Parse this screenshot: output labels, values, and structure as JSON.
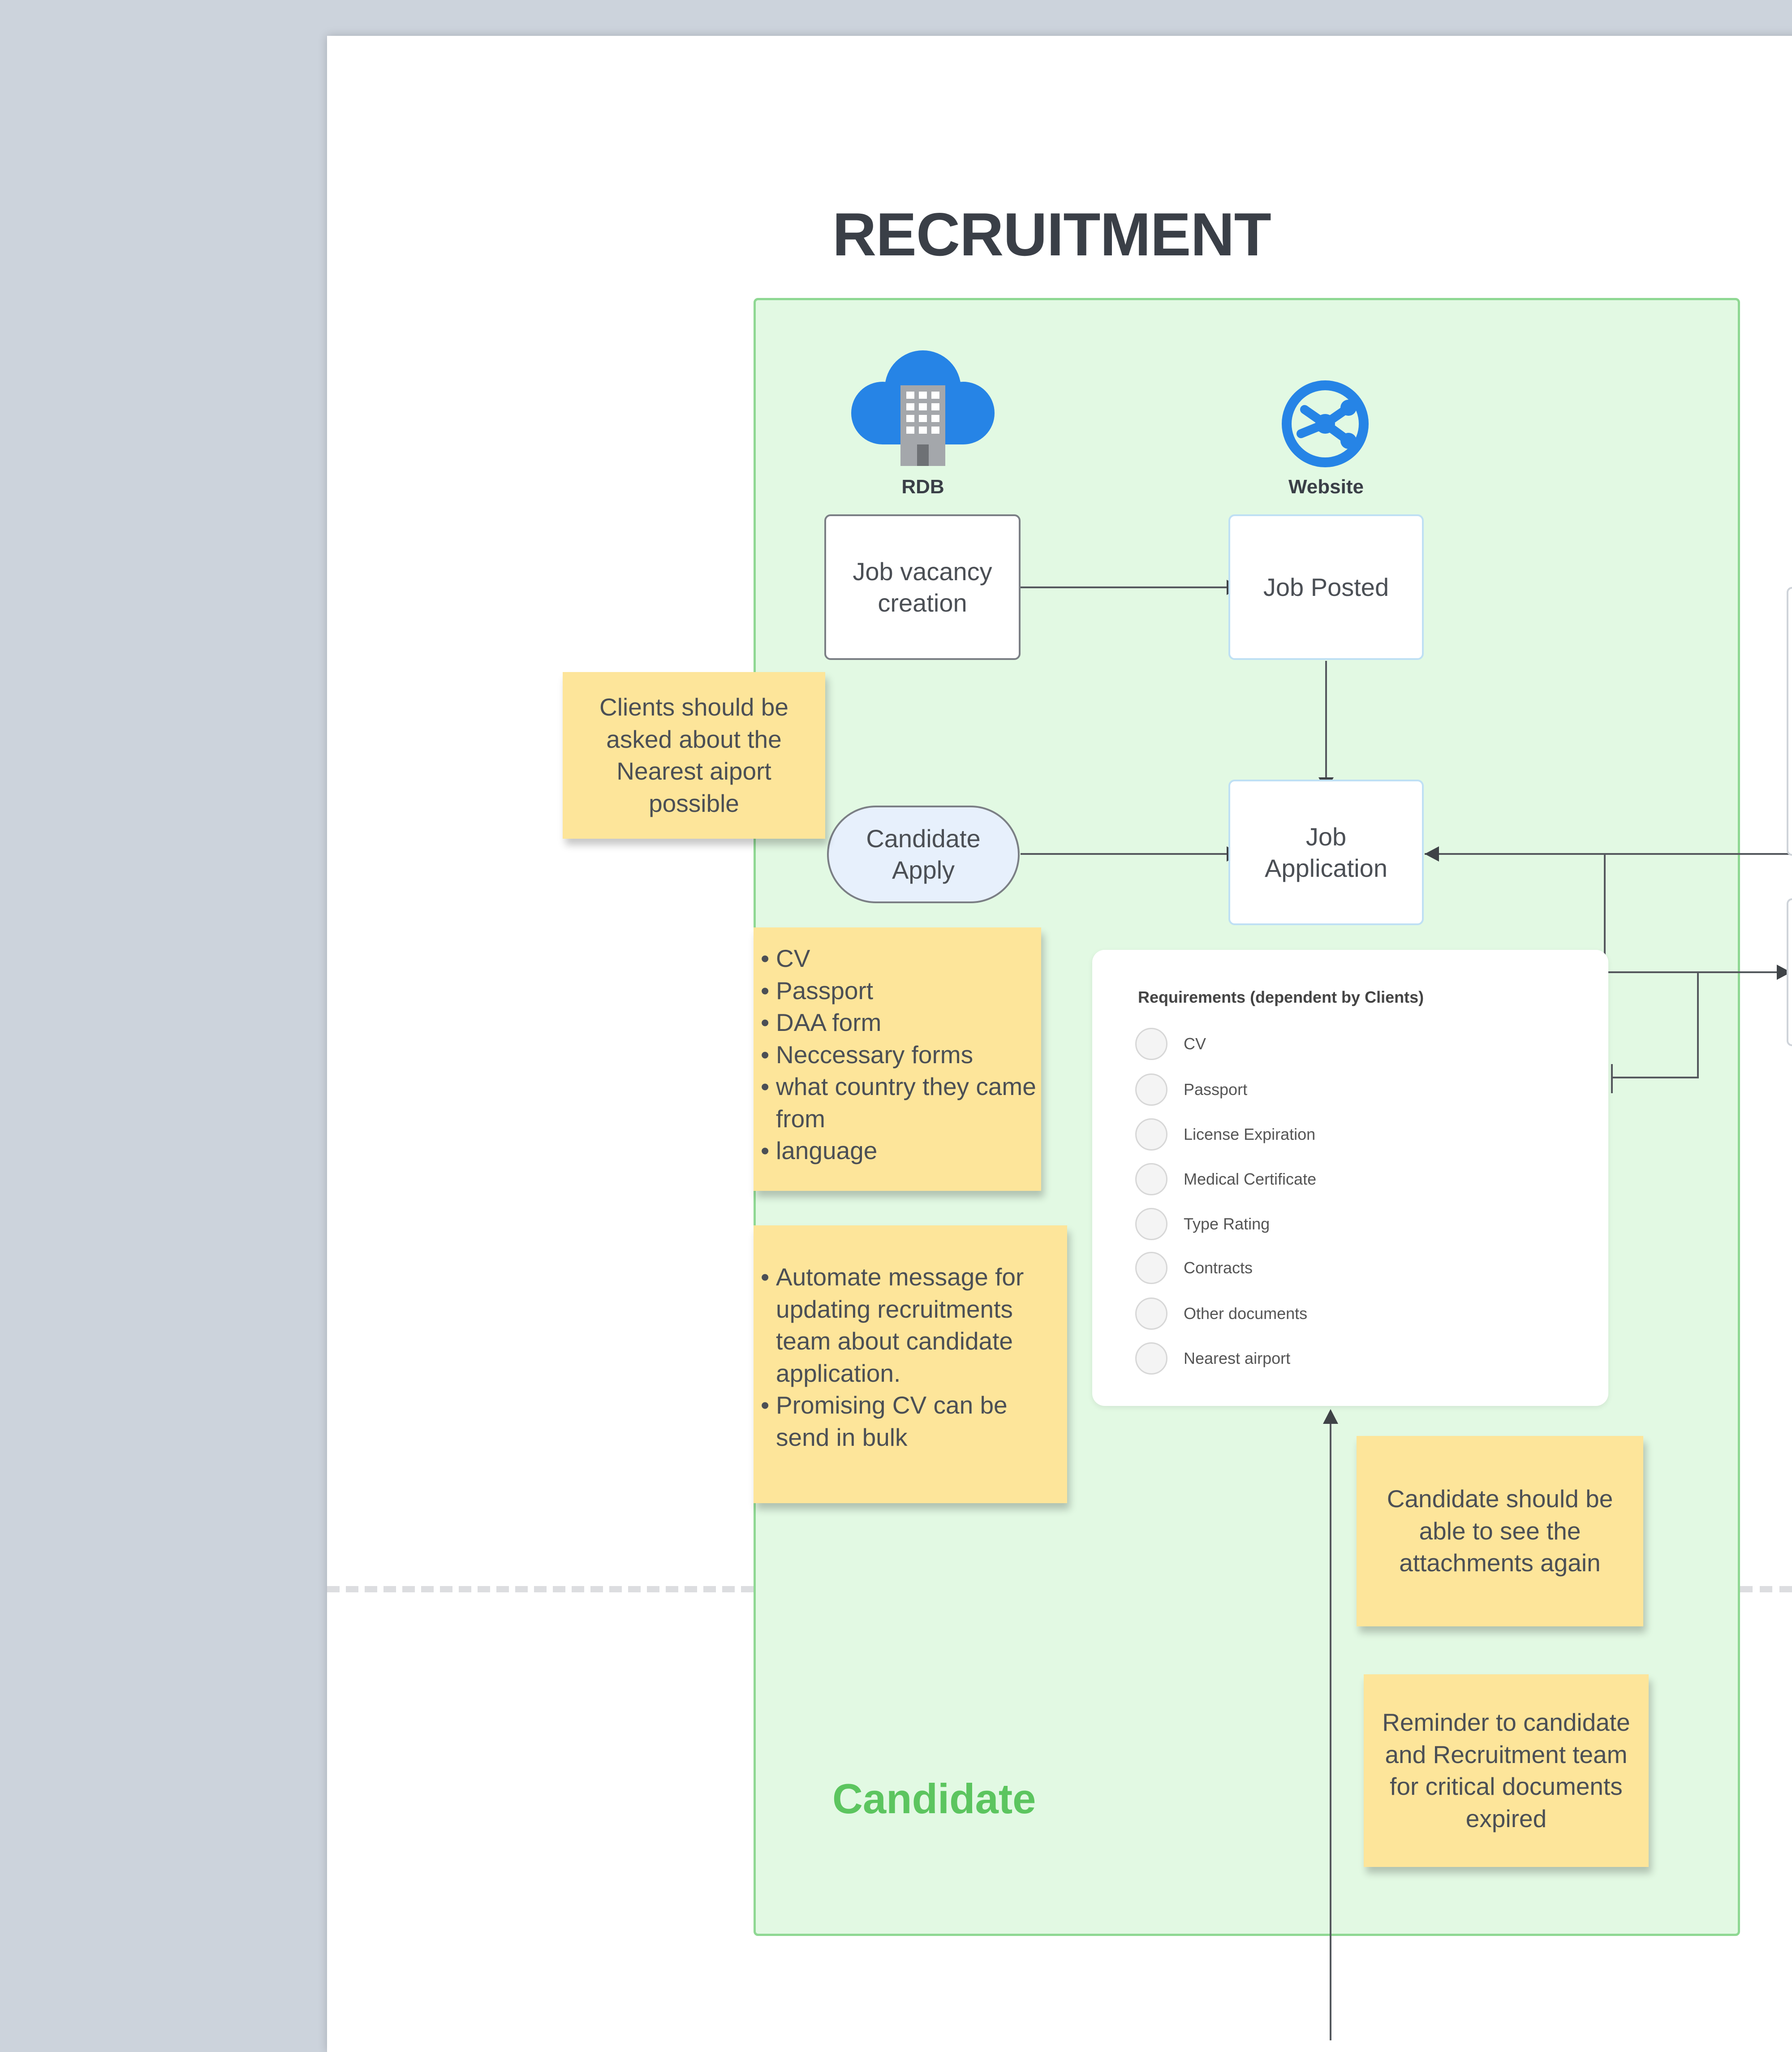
{
  "diagram": {
    "title": "RECRUITMENT",
    "lane_label": "Candidate",
    "icons": {
      "rdb": {
        "label": "RDB",
        "icon": "cloud-building-icon",
        "color": "#2684e6"
      },
      "website": {
        "label": "Website",
        "icon": "globe-network-icon",
        "color": "#2684e6"
      }
    },
    "nodes": {
      "job_vacancy": "Job vacancy creation",
      "job_posted": "Job Posted",
      "job_application": "Job Application",
      "candidate_apply": "Candidate Apply"
    },
    "notes": {
      "clients_airport": "Clients should be asked about the Nearest aiport possible",
      "docs_list": [
        "CV",
        "Passport",
        "DAA form",
        "Neccessary forms",
        "what country they came from",
        "language"
      ],
      "automate": [
        "Automate message for updating recruitments team about candidate application.",
        "Promising CV can be send in bulk"
      ],
      "see_attachments": "Candidate should be able to see the attachments again",
      "reminder": "Reminder to candidate and Recruitment team for critical documents expired"
    },
    "requirements_form": {
      "title": "Requirements (dependent by Clients)",
      "items": [
        "CV",
        "Passport",
        "License Expiration",
        "Medical Certificate",
        "Type Rating",
        "Contracts",
        "Other documents",
        "Nearest airport"
      ]
    },
    "colors": {
      "lane_fill": "#e2f9e3",
      "lane_border": "#8fd893",
      "lane_label": "#5cc55f",
      "sticky": "#fde59a",
      "candidate_apply_fill": "#e7f0fc"
    }
  }
}
